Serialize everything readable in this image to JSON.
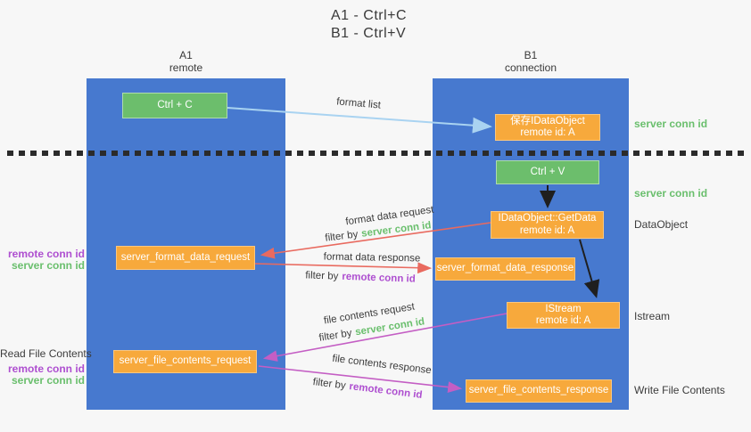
{
  "title": {
    "line1": "A1 - Ctrl+C",
    "line2": "B1 - Ctrl+V"
  },
  "lanes": {
    "left": {
      "title": "A1",
      "subtitle": "remote"
    },
    "right": {
      "title": "B1",
      "subtitle": "connection"
    }
  },
  "nodes": {
    "ctrl_c": {
      "label": "Ctrl + C"
    },
    "ctrl_v": {
      "label": "Ctrl + V"
    },
    "save_dataobject": {
      "line1": "保存IDataObject",
      "line2": "remote id: A"
    },
    "getdata": {
      "line1": "IDataObject::GetData",
      "line2": "remote id: A"
    },
    "istream": {
      "line1": "IStream",
      "line2": "remote id: A"
    },
    "server_format_data_request": {
      "label": "server_format_data_request"
    },
    "server_format_data_response": {
      "label": "server_format_data_response"
    },
    "server_file_contents_request": {
      "label": "server_file_contents_request"
    },
    "server_file_contents_response": {
      "label": "server_file_contents_response"
    }
  },
  "arrow_labels": {
    "format_list": "format list",
    "format_data_request": "format data request",
    "format_data_response": "format data response",
    "file_contents_request": "file contents request",
    "file_contents_response": "file contents response",
    "filter_by": "filter by",
    "server_conn_id": "server conn id",
    "remote_conn_id": "remote conn id"
  },
  "side_labels": {
    "server_conn_id_top": "server conn id",
    "server_conn_id_mid": "server conn id",
    "dataobject": "DataObject",
    "istream": "Istream",
    "write_file_contents": "Write File Contents",
    "remote_conn_id_left1": "remote conn id",
    "server_conn_id_left1": "server conn id",
    "read_file_contents": "Read File Contents",
    "remote_conn_id_left2": "remote conn id",
    "server_conn_id_left2": "server conn id"
  },
  "colors": {
    "lane_blue": "#4779cf",
    "node_green": "#6cbe6c",
    "node_orange": "#f7a93c",
    "arrow_lightblue": "#a9d3f1",
    "arrow_black": "#1f1f1f",
    "arrow_red": "#e96a5f",
    "arrow_magenta": "#c45ec4",
    "label_green": "#6abf6d",
    "label_purple": "#ae4fd0",
    "text_dark": "#3c3c3c",
    "background": "#f7f7f7"
  }
}
